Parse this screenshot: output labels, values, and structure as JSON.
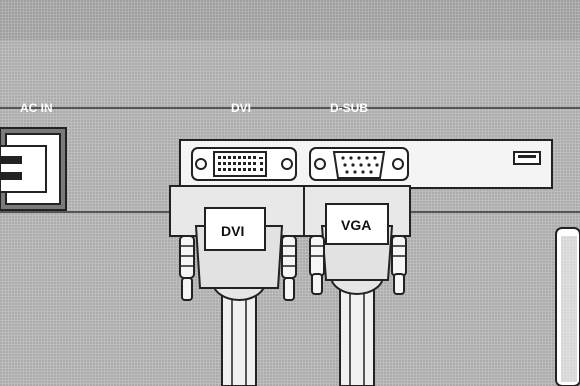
{
  "ports": {
    "ac_in_label": "AC IN",
    "dvi_label": "DVI",
    "dsub_label": "D-SUB"
  },
  "plugs": {
    "dvi_label": "DVI",
    "vga_label": "VGA"
  },
  "colors": {
    "panel_fill": "#b8b8b8",
    "panel_dark": "#4a4a4a",
    "plate_fill": "#f2f2f2",
    "plug_fill": "#e6e6e6",
    "label_bg": "#ffffff",
    "ink": "#111111",
    "port_label": "#ffffff"
  },
  "icons": {
    "dvi_port": "dvi-port-icon",
    "vga_port": "vga-port-icon",
    "usb_port": "usb-port-icon",
    "ac_socket": "ac-socket-icon"
  }
}
